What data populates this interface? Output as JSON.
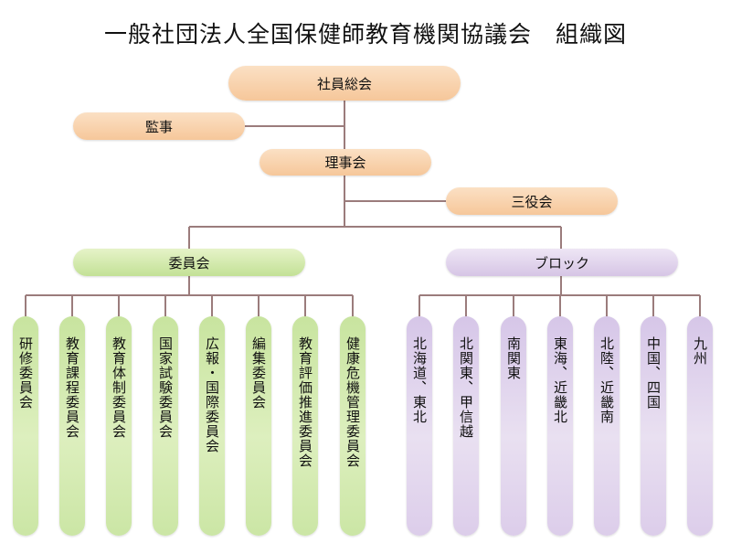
{
  "title": "一般社団法人全国保健師教育機関協議会　組織図",
  "nodes": {
    "general_meeting": "社員総会",
    "auditor": "監事",
    "board": "理事会",
    "three_officers": "三役会",
    "committees": "委員会",
    "blocks": "ブロック"
  },
  "committee_list": [
    "研修委員会",
    "教育課程委員会",
    "教育体制委員会",
    "国家試験委員会",
    "広報・国際委員会",
    "編集委員会",
    "教育評価推進委員会",
    "健康危機管理委員会"
  ],
  "block_list": [
    "北海道、東北",
    "北関東、甲信越",
    "南関東",
    "東海、近畿北",
    "北陸、近畿南",
    "中国、四国",
    "九州"
  ],
  "colors": {
    "orange": "#f6c79a",
    "green": "#c3e196",
    "purple": "#d6c5e5",
    "line": "#9b7c7c"
  }
}
